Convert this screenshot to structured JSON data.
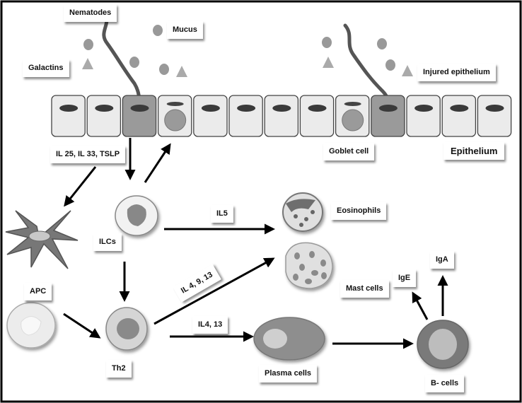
{
  "labels": {
    "nematodes": "Nematodes",
    "mucus": "Mucus",
    "galactins": "Galactins",
    "injured_epithelium": "Injured epithelium",
    "il25": "IL 25, IL 33, TSLP",
    "goblet_cell": "Goblet cell",
    "epithelium": "Epithelium",
    "il5": "IL5",
    "eosinophils": "Eosinophils",
    "ilcs": "ILCs",
    "il4913": "IL 4, 9, 13",
    "mast_cells": "Mast cells",
    "ige": "IgE",
    "iga": "IgA",
    "apc": "APC",
    "il413": "IL4, 13",
    "th2": "Th2",
    "plasma_cells": "Plasma cells",
    "b_cells": "B- cells"
  }
}
